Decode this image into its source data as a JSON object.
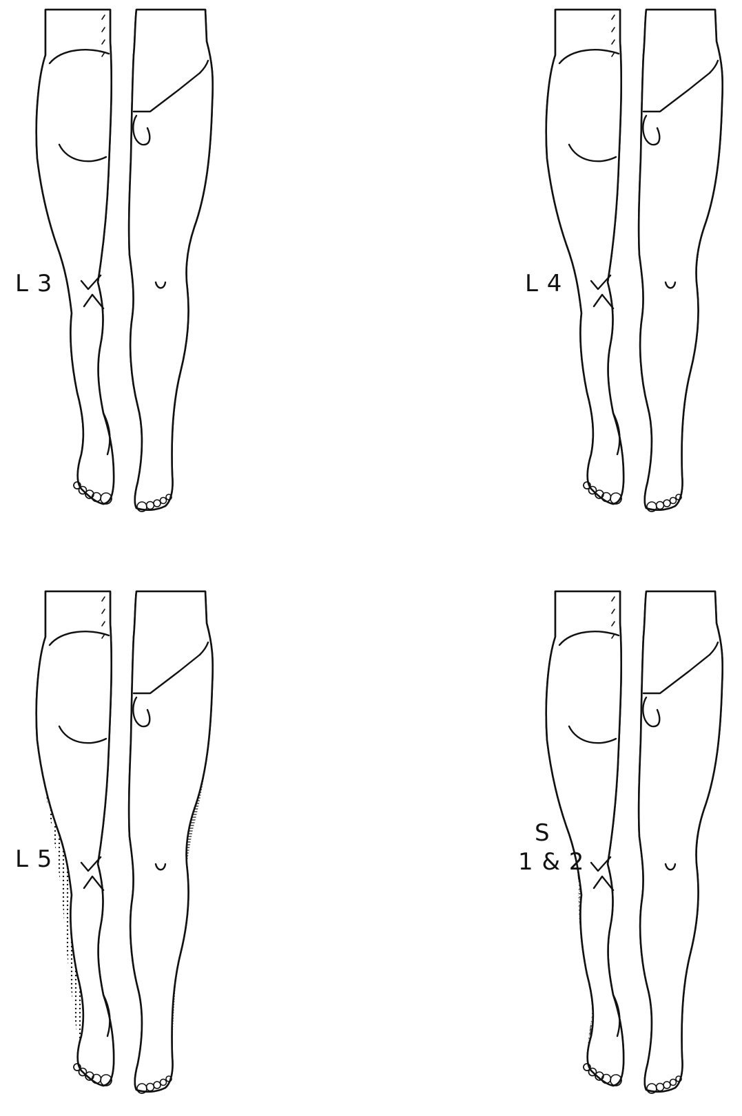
{
  "panels": [
    {
      "id": "l3",
      "label_lines": [
        "L 3"
      ]
    },
    {
      "id": "l4",
      "label_lines": [
        "L 4"
      ]
    },
    {
      "id": "l5",
      "label_lines": [
        "L 5"
      ]
    },
    {
      "id": "s12",
      "label_lines": [
        "S",
        "1 & 2"
      ]
    }
  ],
  "colors": {
    "ink": "#111111",
    "paper": "#ffffff"
  }
}
